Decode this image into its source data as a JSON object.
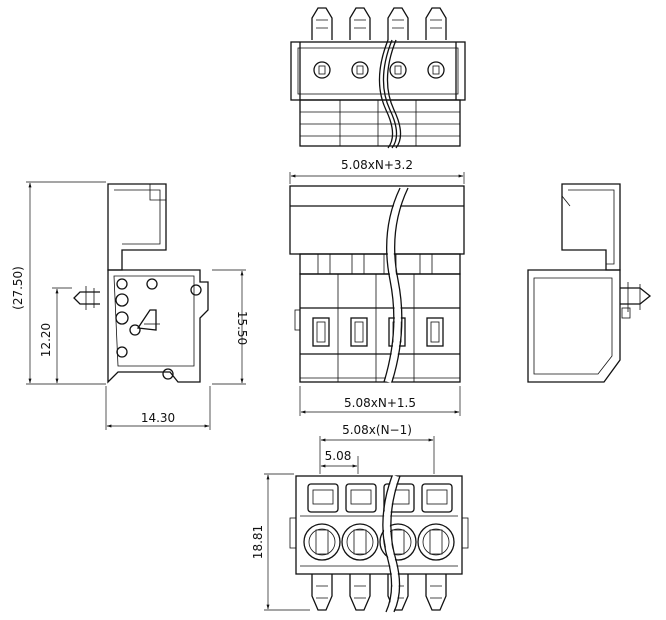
{
  "dimensions": {
    "width_top": "5.08xN+3.2",
    "width_bottom": "5.08xN+1.5",
    "total_height": "(27.50)",
    "height_left": "12.20",
    "height_right": "15.50",
    "depth": "14.30",
    "pin_span": "5.08x(N−1)",
    "pitch": "5.08",
    "front_height": "18.81"
  }
}
